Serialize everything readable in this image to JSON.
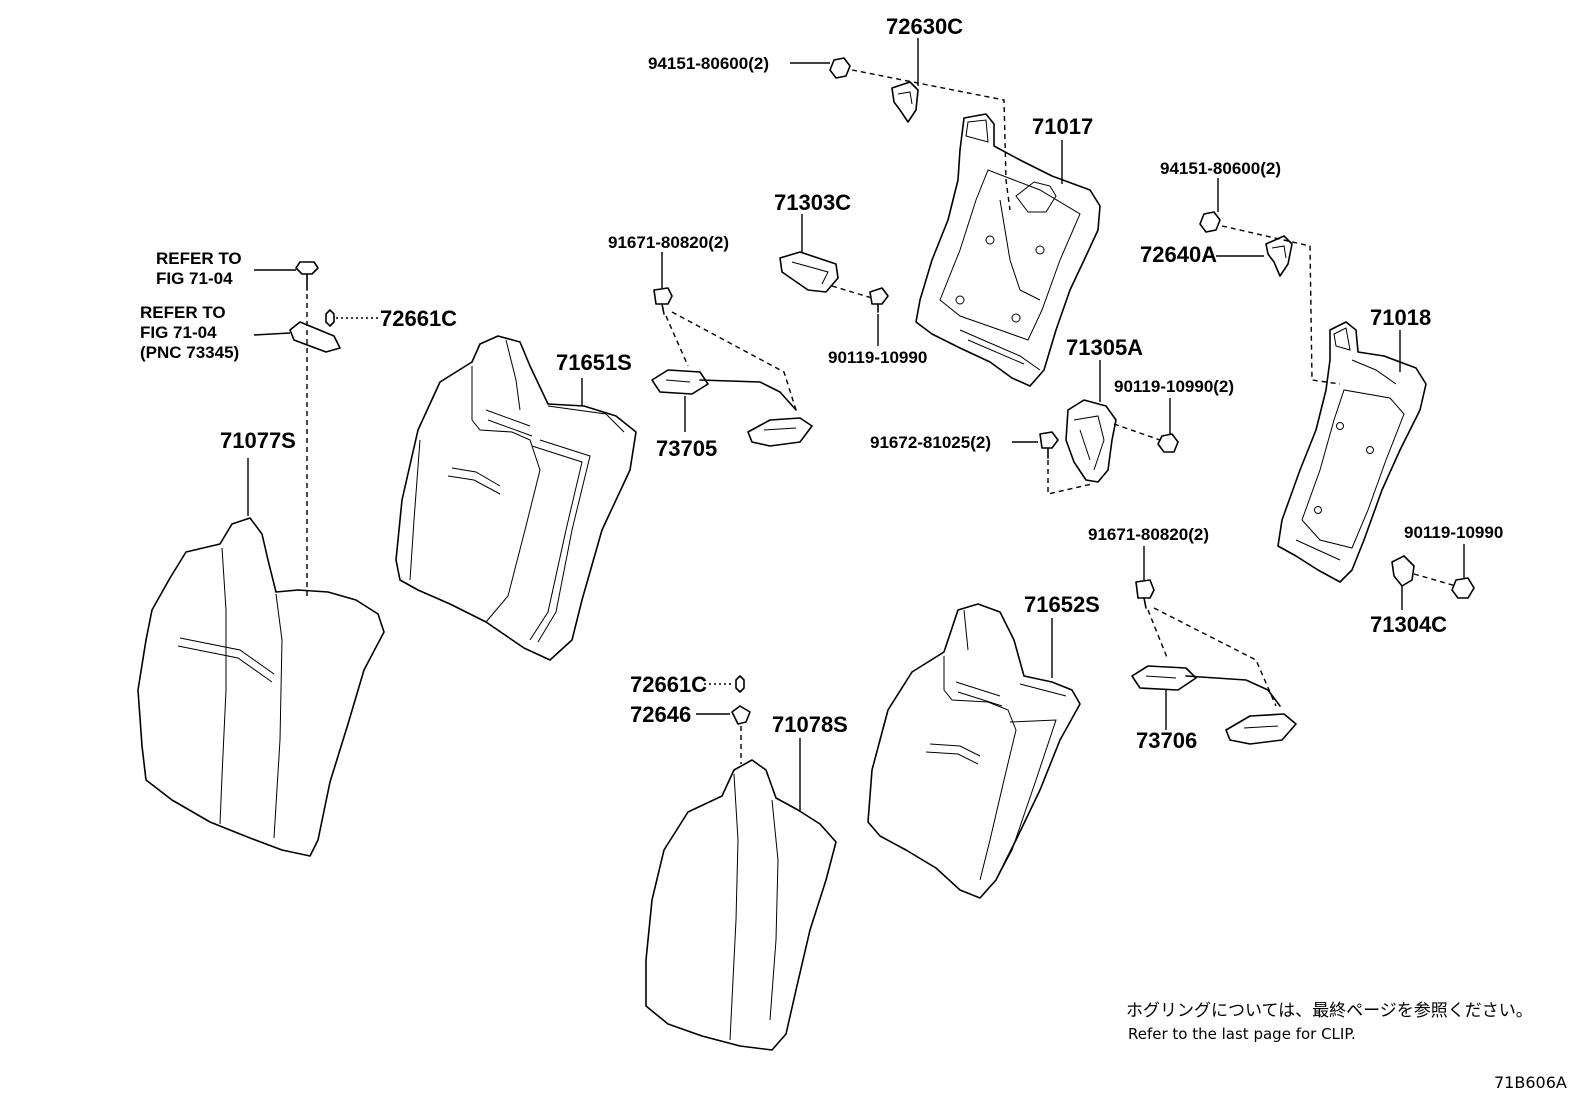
{
  "labels": {
    "p72630C": "72630C",
    "p94151_top": "94151-80600(2)",
    "p71017": "71017",
    "p71303C": "71303C",
    "p94151_right": "94151-80600(2)",
    "p72640A": "72640A",
    "p91671_top": "91671-80820(2)",
    "p90119_a": "90119-10990",
    "p71305A": "71305A",
    "p71018": "71018",
    "p90119_b": "90119-10990(2)",
    "p91672": "91672-81025(2)",
    "p72661C_left": "72661C",
    "p71651S": "71651S",
    "p73705": "73705",
    "p71077S": "71077S",
    "p91671_mid": "91671-80820(2)",
    "p90119_c": "90119-10990",
    "p71304C": "71304C",
    "p71652S": "71652S",
    "p72661C_mid": "72661C",
    "p72646": "72646",
    "p71078S": "71078S",
    "p73706": "73706"
  },
  "refers": {
    "r1_line1": "REFER TO",
    "r1_line2": "FIG 71-04",
    "r2_line1": "REFER TO",
    "r2_line2": "FIG 71-04",
    "r2_line3": "(PNC 73345)"
  },
  "notes": {
    "clip_jp": "ホグリングについては、最終ページを参照ください。",
    "clip_en": "Refer to the last page for CLIP.",
    "figure_code": "71B606A"
  },
  "icons": [
    "seat-cover-icon",
    "seatback-frame-icon",
    "bolt-icon",
    "nut-icon",
    "clip-icon",
    "hinge-icon"
  ]
}
